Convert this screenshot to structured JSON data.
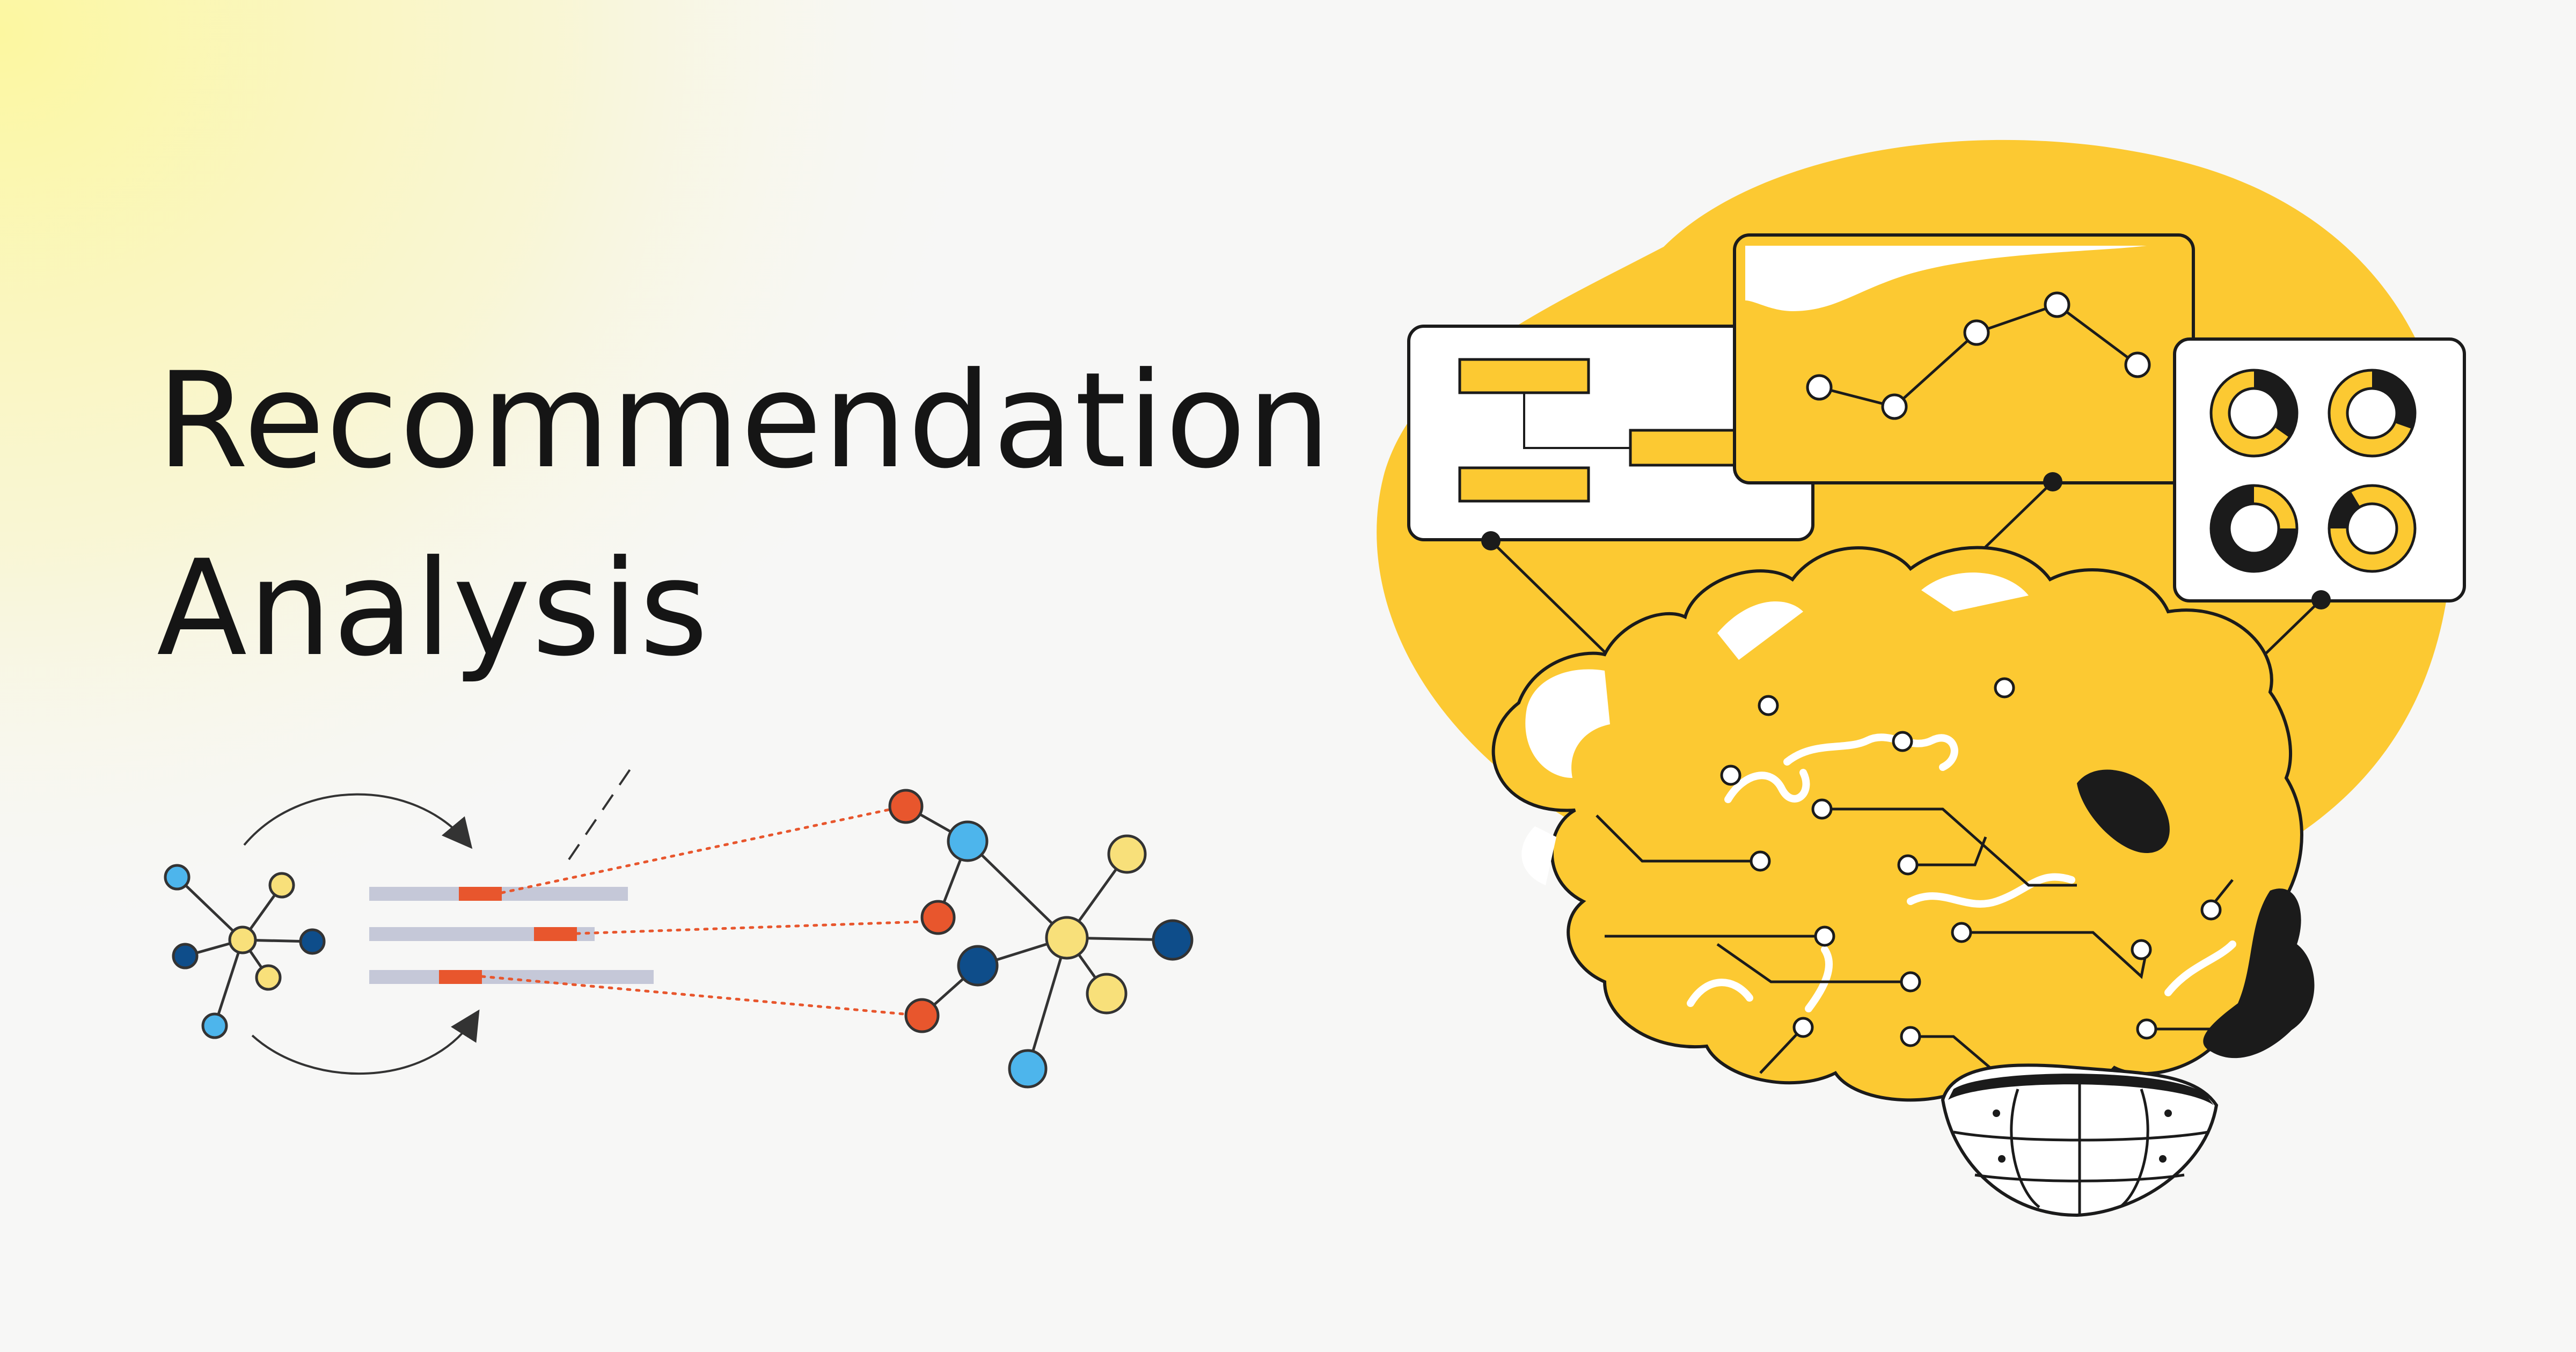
{
  "headline": {
    "line1": "Recommendation",
    "line2": "Analysis"
  },
  "colors": {
    "background": "#f7f7f6",
    "glow": "#fcf6a8",
    "accent_yellow": "#fcc932",
    "node_yellow": "#f8e07a",
    "node_light_blue": "#4db5ec",
    "node_dark_blue": "#0e4d8a",
    "node_orange": "#e8562d",
    "bar_grey": "#c5c8d8",
    "ink": "#1b1b1b"
  },
  "illustrations": {
    "left": "network-recommendation-graphic",
    "right": "brain-circuit-dashboard-graphic"
  }
}
